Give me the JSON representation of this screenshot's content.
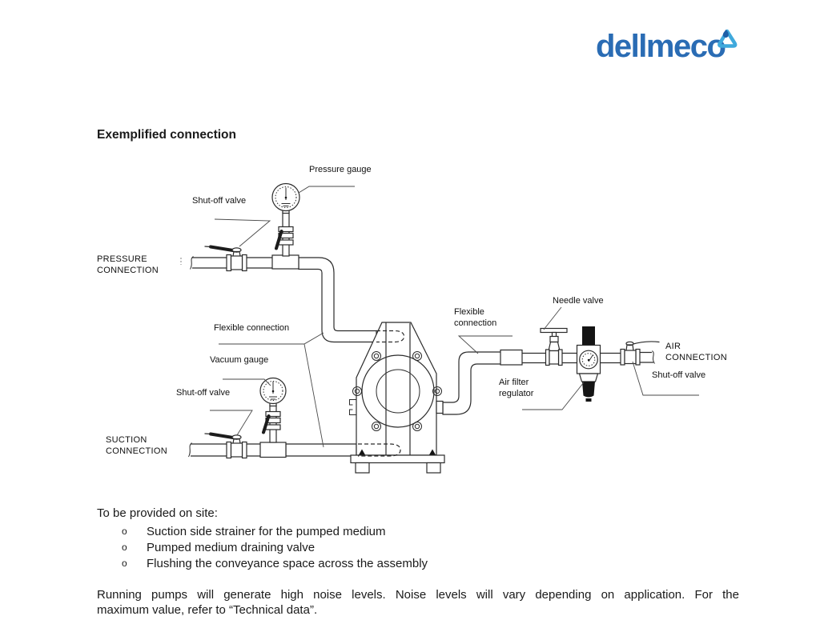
{
  "logo": {
    "text": "dellmeco",
    "color": "#2a6cb4",
    "drop_color_light": "#3fa9dc",
    "drop_color_dark": "#1d5fa7"
  },
  "heading": "Exemplified connection",
  "diagram": {
    "labels": {
      "pressure_gauge": "Pressure gauge",
      "shutoff_valve_top": "Shut-off valve",
      "pressure_connection_line1": "PRESSURE",
      "pressure_connection_line2": "CONNECTION",
      "flexible_connection_left": "Flexible connection",
      "vacuum_gauge": "Vacuum gauge",
      "shutoff_valve_suction": "Shut-off valve",
      "suction_connection_line1": "SUCTION",
      "suction_connection_line2": "CONNECTION",
      "flexible_connection_right_line1": "Flexible",
      "flexible_connection_right_line2": "connection",
      "needle_valve": "Needle valve",
      "air_filter_line1": "Air filter",
      "air_filter_line2": "regulator",
      "air_connection_line1": "AIR",
      "air_connection_line2": "CONNECTION",
      "shutoff_valve_air": "Shut-off valve"
    }
  },
  "provision": {
    "intro": "To be provided on site:",
    "bullet_marker": "o",
    "items": [
      "Suction side strainer for the pumped medium",
      "Pumped medium draining valve",
      "Flushing the conveyance space across the assembly"
    ]
  },
  "note": {
    "line1": "Running pumps will generate high noise levels. Noise levels will vary depending on application. For the",
    "line2": "maximum value, refer to “Technical data”."
  }
}
